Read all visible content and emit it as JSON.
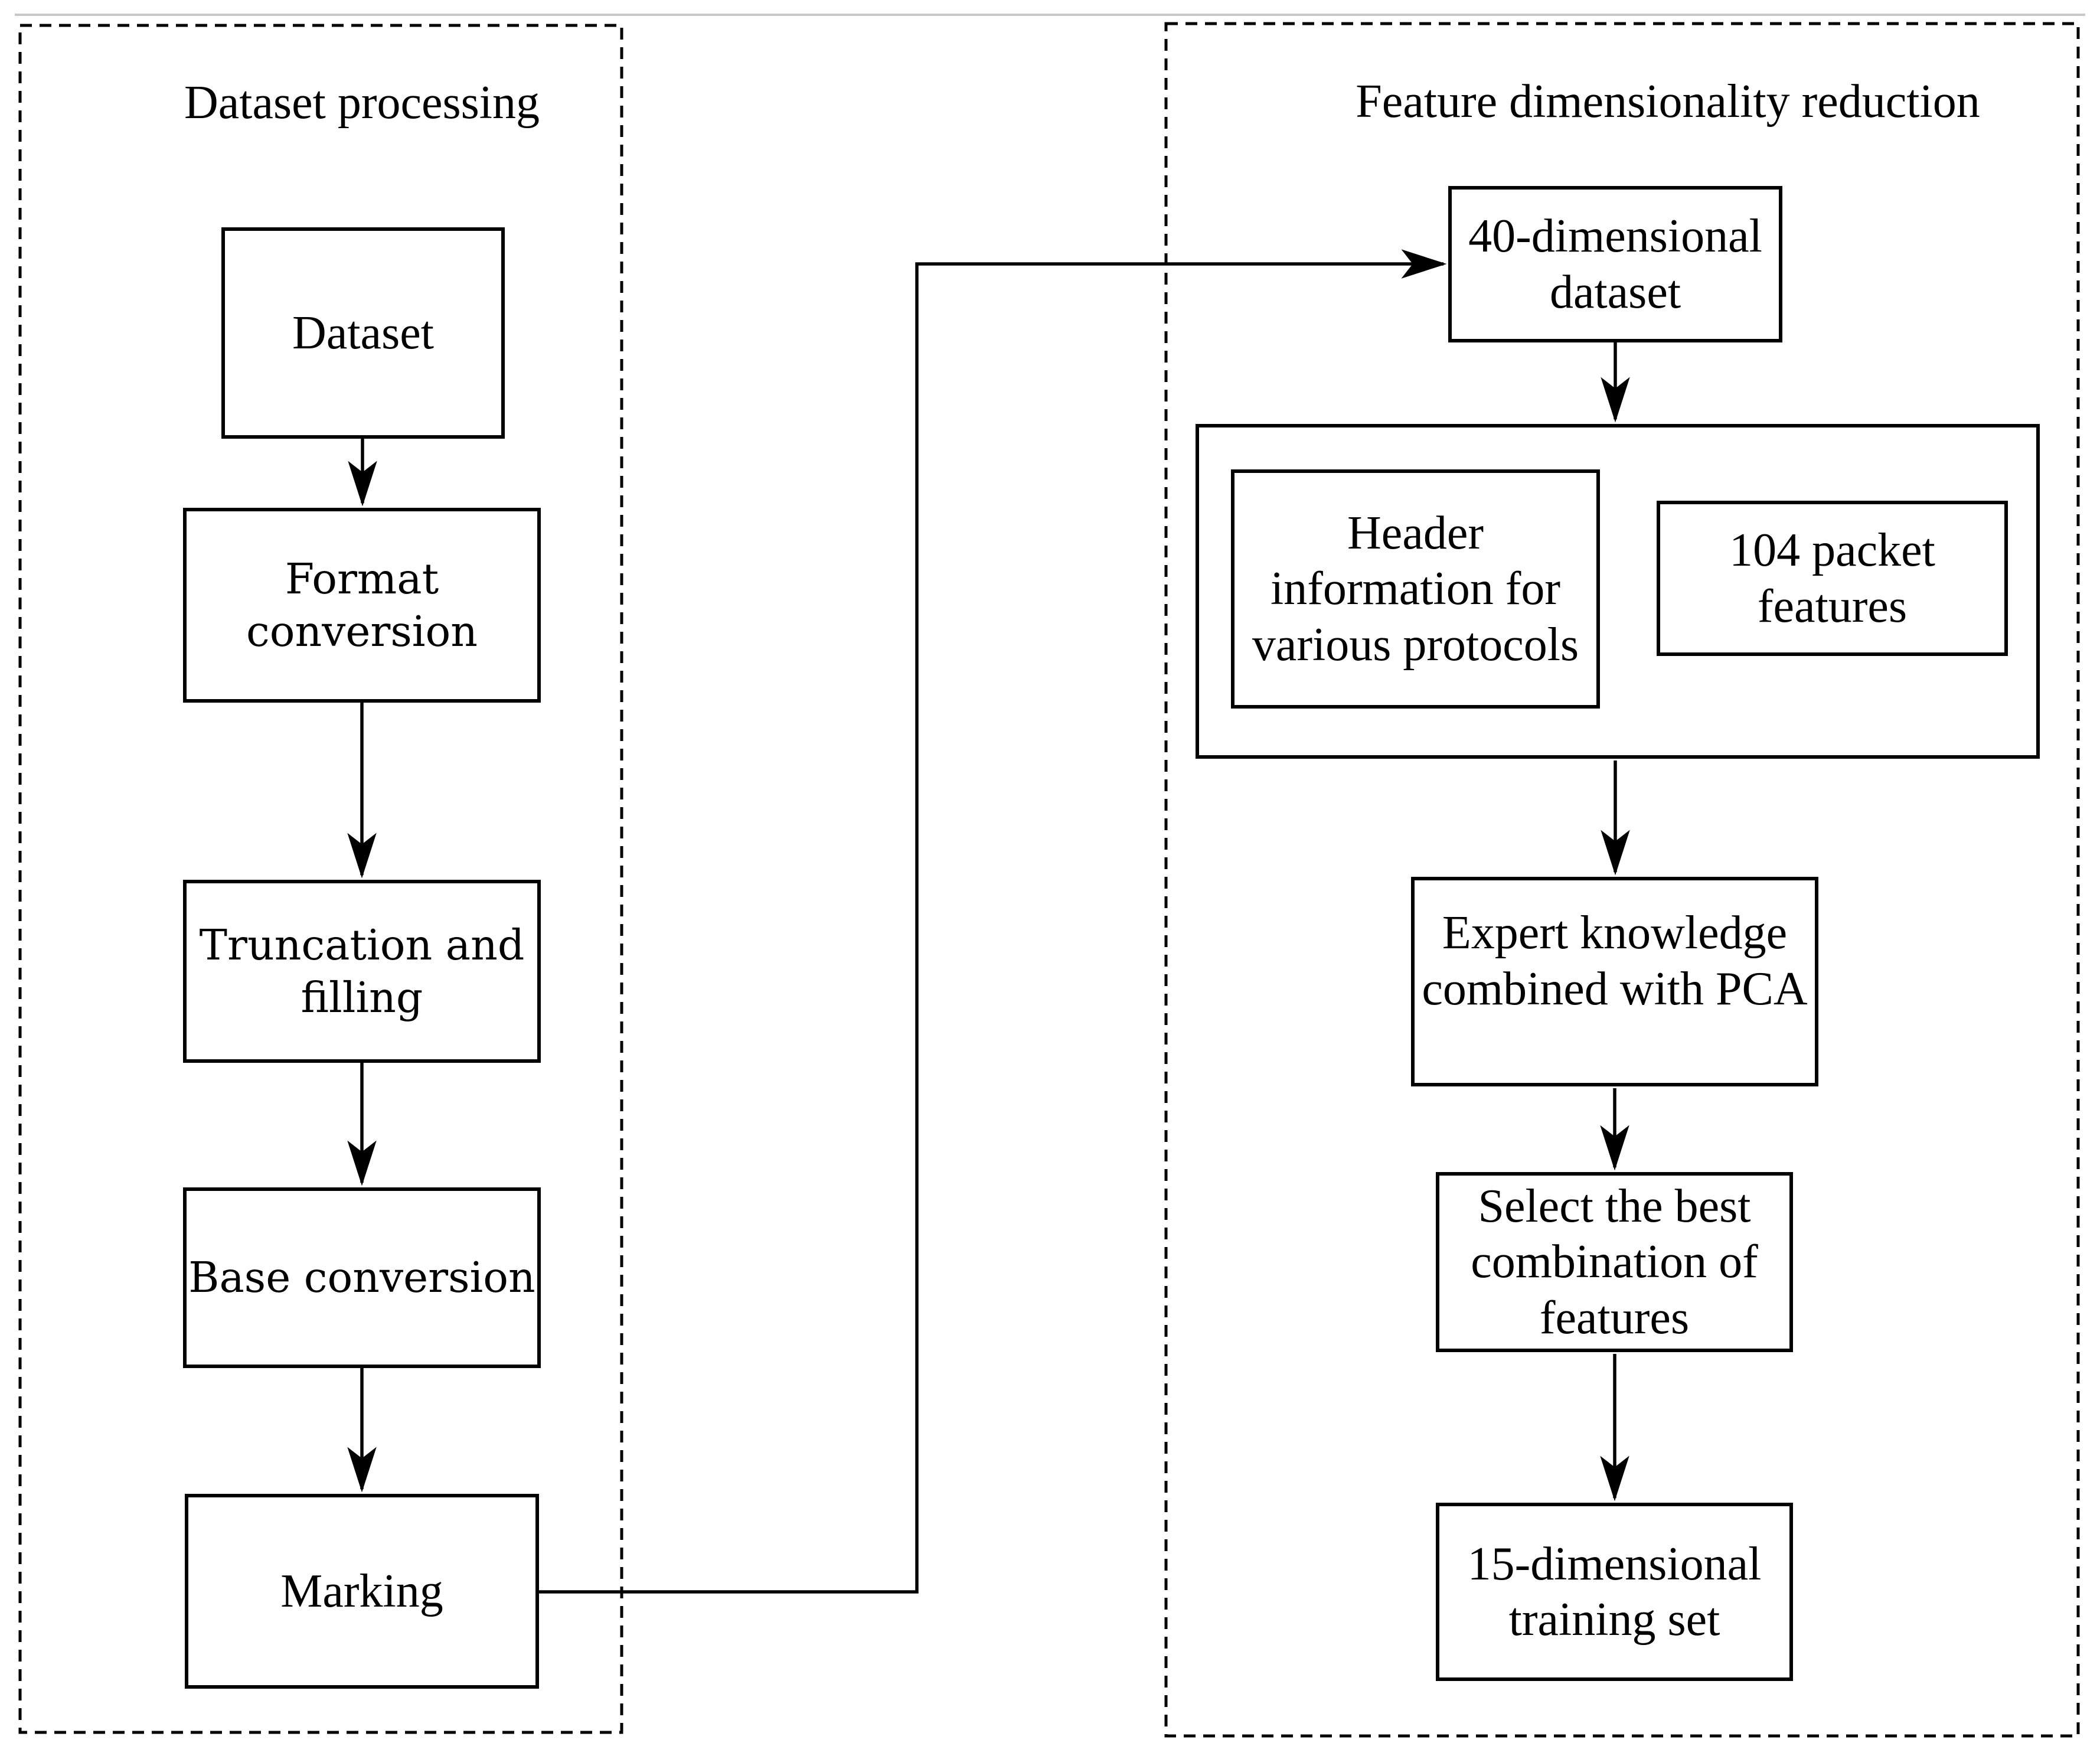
{
  "figure": {
    "left_panel": {
      "title": "Dataset processing",
      "boxes": [
        {
          "id": "dataset",
          "label": "Dataset"
        },
        {
          "id": "format-conversion",
          "label": "Format\nconversion"
        },
        {
          "id": "truncation-filling",
          "label": "Truncation and\nfilling"
        },
        {
          "id": "base-conversion",
          "label": "Base conversion"
        },
        {
          "id": "marking",
          "label": "Marking"
        }
      ]
    },
    "right_panel": {
      "title": "Feature dimensionality reduction",
      "boxes": [
        {
          "id": "dataset-40d",
          "label": "40-dimensional\ndataset"
        },
        {
          "id": "header-info",
          "label": "Header\ninformation for\nvarious protocols"
        },
        {
          "id": "packet-features",
          "label": "104 packet\nfeatures"
        },
        {
          "id": "expert-pca",
          "label": "Expert knowledge\ncombined with PCA"
        },
        {
          "id": "select-best",
          "label": "Select the best\ncombination of\nfeatures"
        },
        {
          "id": "training-15d",
          "label": "15-dimensional\ntraining set"
        }
      ]
    },
    "edges": [
      {
        "from": "dataset",
        "to": "format-conversion"
      },
      {
        "from": "format-conversion",
        "to": "truncation-filling"
      },
      {
        "from": "truncation-filling",
        "to": "base-conversion"
      },
      {
        "from": "base-conversion",
        "to": "marking"
      },
      {
        "from": "marking",
        "to": "dataset-40d"
      },
      {
        "from": "dataset-40d",
        "to": "feature-group"
      },
      {
        "from": "feature-group",
        "to": "expert-pca"
      },
      {
        "from": "expert-pca",
        "to": "select-best"
      },
      {
        "from": "select-best",
        "to": "training-15d"
      }
    ],
    "colors": {
      "ink": "#000000",
      "background": "#ffffff",
      "top_rule": "#c8c8c8"
    }
  }
}
